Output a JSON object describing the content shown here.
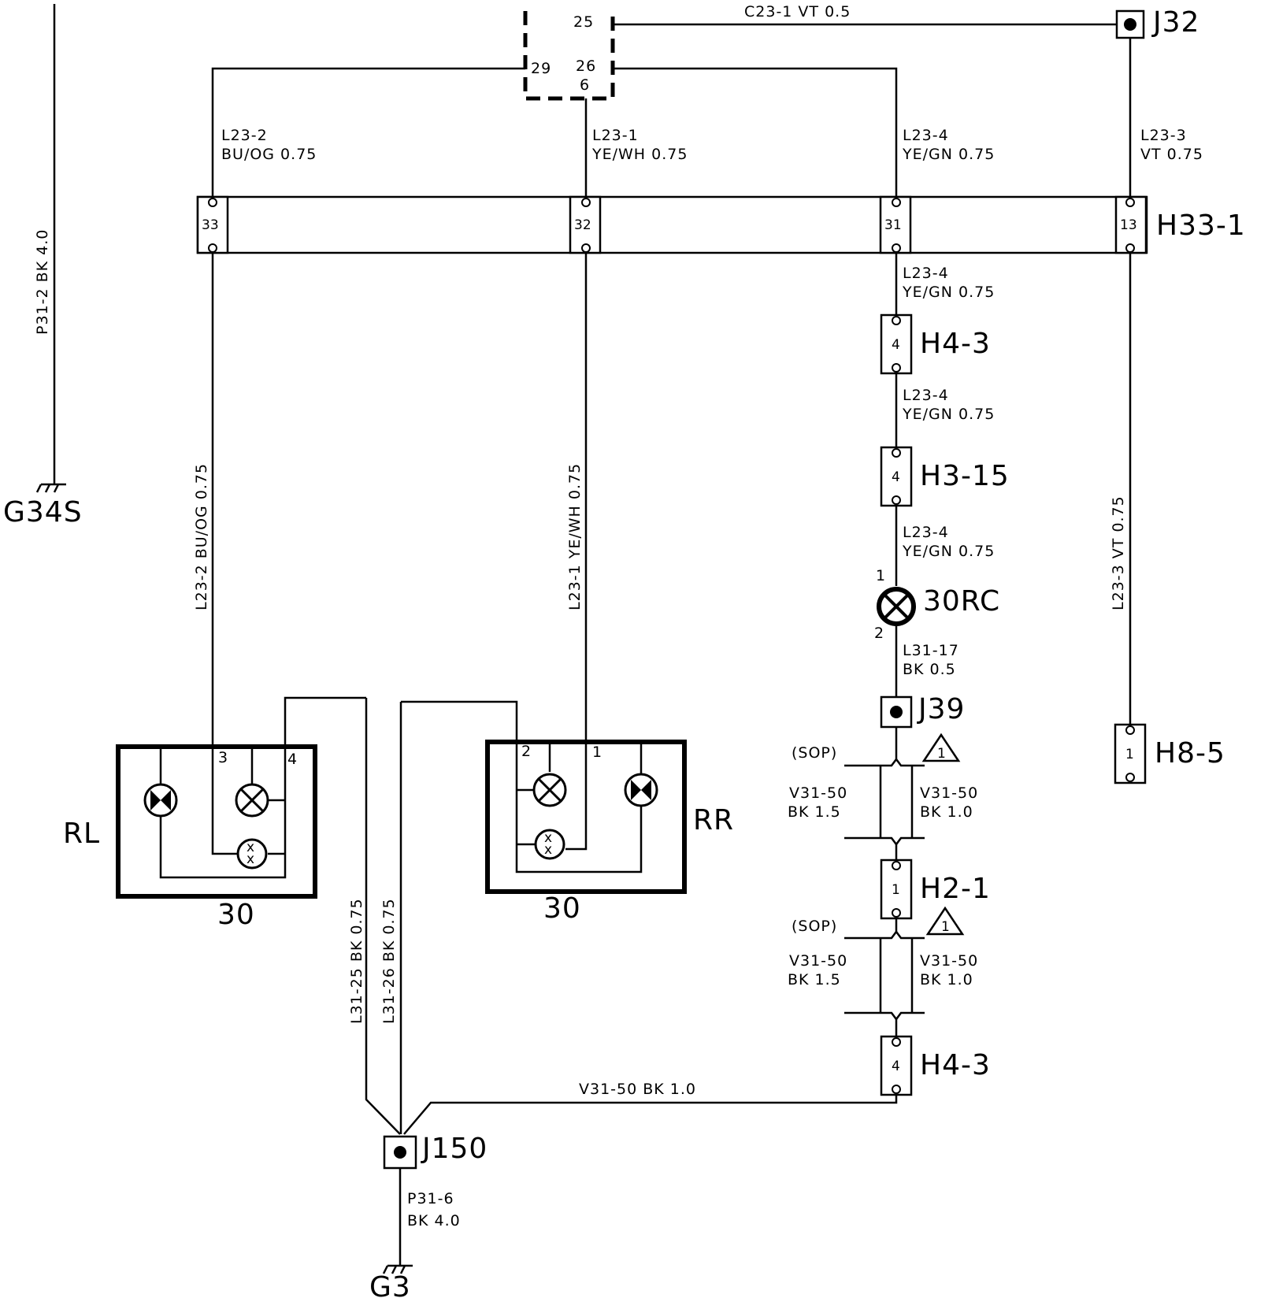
{
  "wire_labels": {
    "c23_1": "C23-1   VT   0.5",
    "l23_2_code": "L23-2",
    "l23_2_spec": "BU/OG 0.75",
    "l23_1_code": "L23-1",
    "l23_1_spec": "YE/WH 0.75",
    "l23_4_code": "L23-4",
    "l23_4_spec": "YE/GN  0.75",
    "l23_3_code": "L23-3",
    "l23_3_spec": "VT  0.75",
    "p31_2_vert": "P31-2   BK  4.0",
    "l23_2_vert": "L23-2   BU/OG 0.75",
    "l23_1_vert": "L23-1   YE/WH 0.75",
    "l23_3_vert": "L23-3   VT   0.75",
    "l31_17_code": "L31-17",
    "l31_17_spec": "BK  0.5",
    "sop": "(SOP)",
    "v31_50_code": "V31-50",
    "v31_50_spec_15": "BK  1.5",
    "v31_50_spec_10": "BK  1.0",
    "v31_50_bottom": "V31-50   BK  1.0",
    "l31_25_vert": "L31-25   BK 0.75",
    "l31_26_vert": "L31-26   BK 0.75",
    "p31_6_code": "P31-6",
    "p31_6_spec": "BK  4.0"
  },
  "components": {
    "j32": "J32",
    "h33_1": "H33-1",
    "h4_3": "H4-3",
    "h3_15": "H3-15",
    "lamp_30rc": "30RC",
    "j39": "J39",
    "h8_5": "H8-5",
    "h2_1": "H2-1",
    "j150": "J150",
    "g34s": "G34S",
    "g3": "G3",
    "rl": "RL",
    "rr": "RR",
    "rl_number": "30",
    "rr_number": "30",
    "warning_mark": "1"
  },
  "pins": {
    "ecu_25": "25",
    "ecu_29": "29",
    "ecu_26": "26",
    "ecu_6": "6",
    "h33_33": "33",
    "h33_32": "32",
    "h33_31": "31",
    "h33_13": "13",
    "h4_3_pin": "4",
    "h3_15_pin": "4",
    "h8_5_pin": "1",
    "h2_1_pin": "1",
    "lamp_pin_1": "1",
    "lamp_pin_2": "2",
    "rl_pin_3": "3",
    "rl_pin_4": "4",
    "rr_pin_2": "2",
    "rr_pin_1": "1"
  }
}
